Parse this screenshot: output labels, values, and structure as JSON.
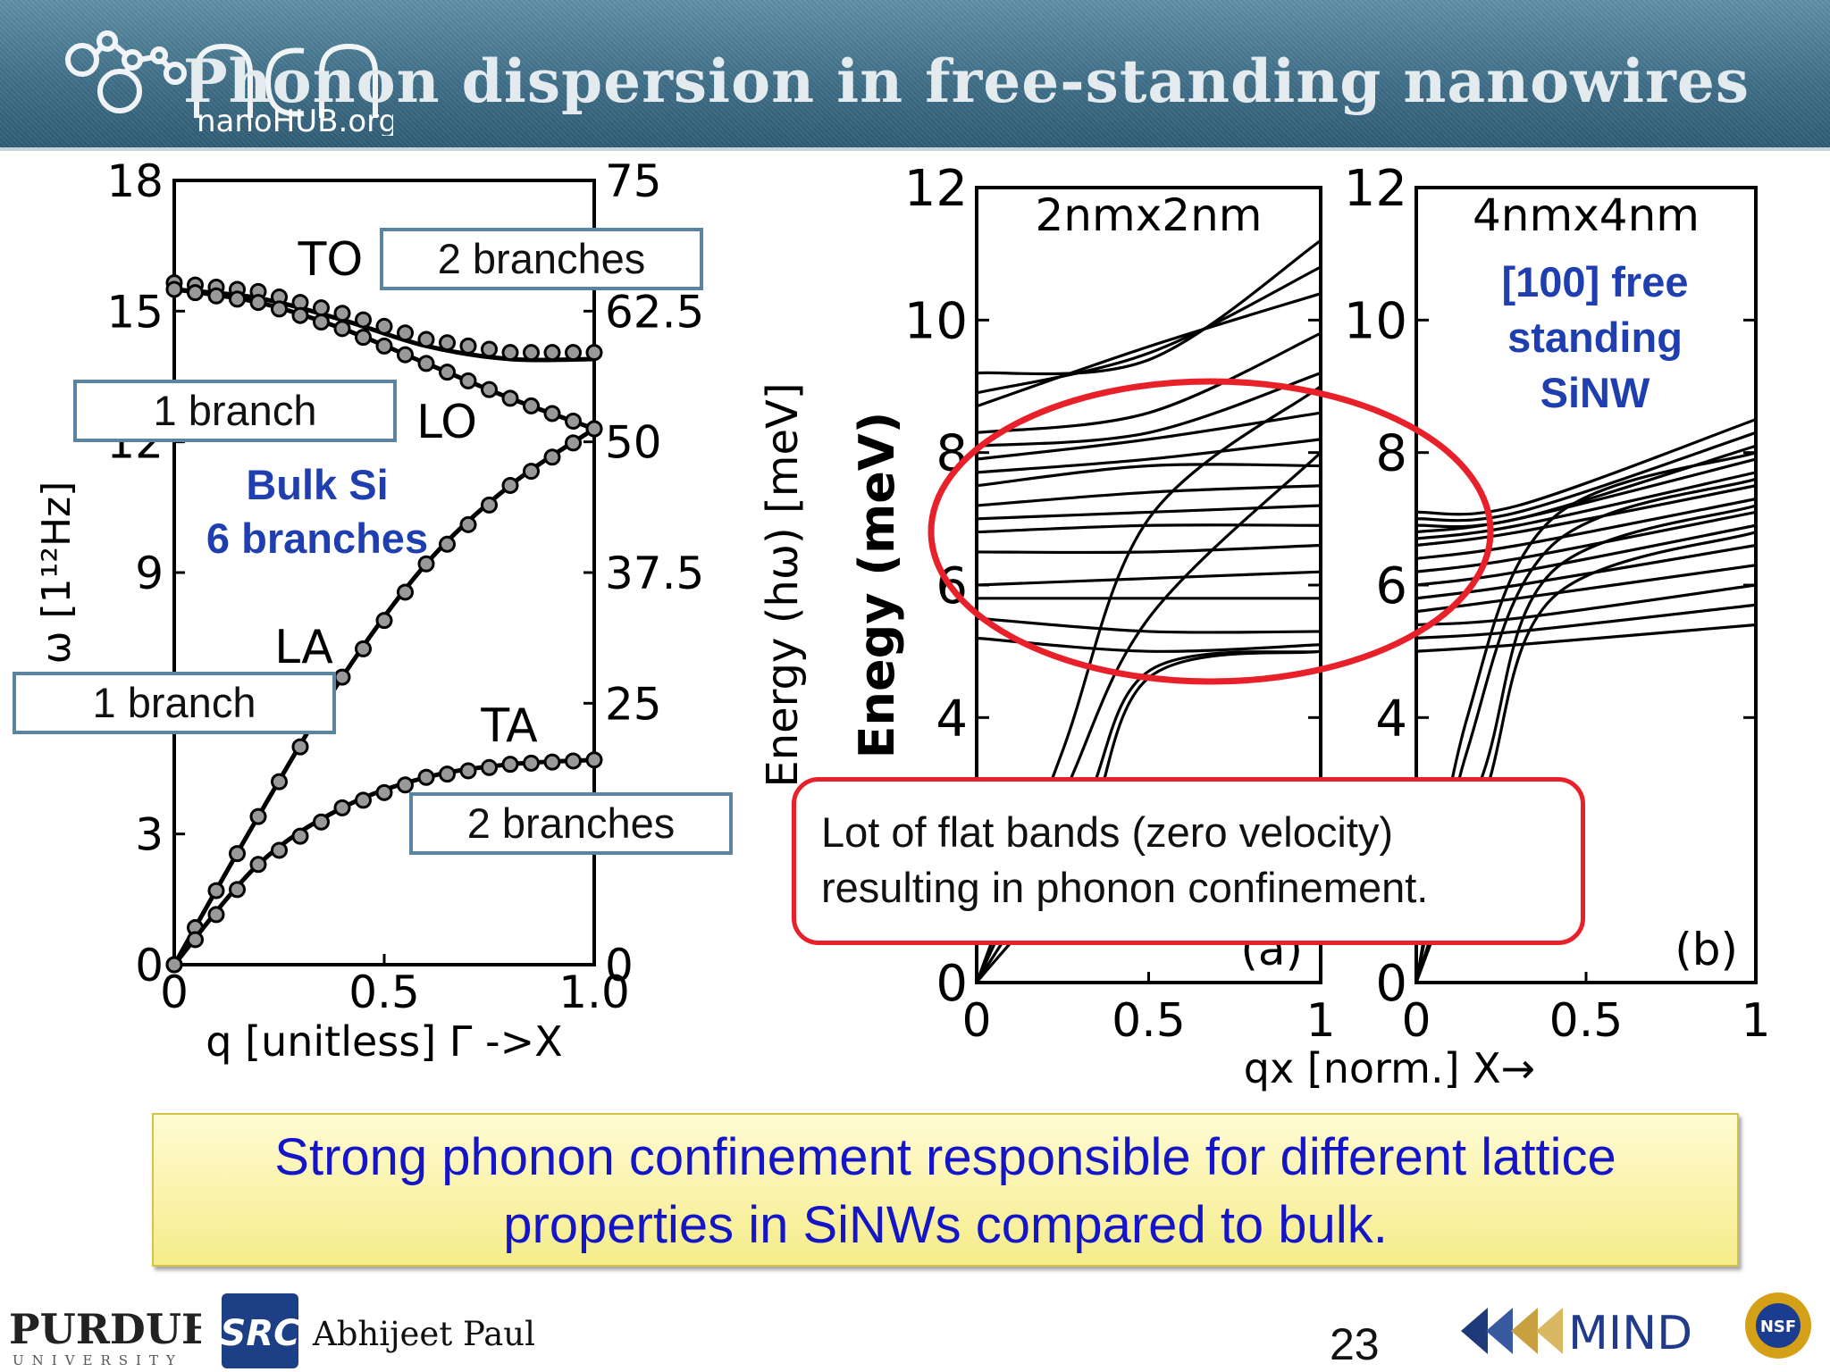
{
  "slide": {
    "title": "Phonon dispersion in free-standing nanowires",
    "logo_text": "nanoHUB.org",
    "author": "Abhijeet Paul",
    "page_number": "23",
    "footer_logos": {
      "purdue": "PURDUE",
      "purdue_sub": "UNIVERSITY",
      "src": "SRC",
      "mind": "MIND",
      "nsf": "NSF"
    }
  },
  "callouts": {
    "to_branches": "2 branches",
    "lo_branch": "1 branch",
    "la_branch": "1 branch",
    "ta_branches": "2 branches",
    "bulk_si_line1": "Bulk Si",
    "bulk_si_line2": "6 branches",
    "sinw_line1": "[100] free",
    "sinw_line2": "standing",
    "sinw_line3": "SiNW",
    "flat_bands_line1": "Lot of flat bands (zero velocity)",
    "flat_bands_line2": "resulting in phonon confinement."
  },
  "summary": {
    "line1": "Strong phonon confinement responsible for different lattice",
    "line2": "properties in SiNWs compared to bulk."
  },
  "colors": {
    "header": "#3f6f88",
    "callout_border": "#5b84a0",
    "highlight": "#e8202a",
    "blue_text": "#1f3fb0",
    "summary_text": "#1515c8",
    "summary_bg": "#f5ec8a"
  },
  "chart_data": [
    {
      "type": "line",
      "title": "",
      "xlabel": "q [unitless] Γ ->X",
      "ylabel": "ω [1¹²Hz]",
      "xlim": [
        0,
        1
      ],
      "ylim": [
        0,
        18
      ],
      "x_ticks": [
        "0",
        "0.5",
        "1.0"
      ],
      "y_ticks": [
        "0",
        "3",
        "9",
        "12",
        "15",
        "18"
      ],
      "y2_ticks": [
        "0",
        "25",
        "37.5",
        "50",
        "62.5",
        "75"
      ],
      "branch_labels": [
        "TO",
        "LO",
        "LA",
        "TA"
      ],
      "series": [
        {
          "name": "TO",
          "x": [
            0,
            0.2,
            0.4,
            0.6,
            0.8,
            1.0
          ],
          "values": [
            15.5,
            15.3,
            14.8,
            14.2,
            13.9,
            13.9
          ]
        },
        {
          "name": "LO",
          "x": [
            0,
            0.2,
            0.4,
            0.6,
            0.8,
            1.0
          ],
          "values": [
            15.5,
            15.2,
            14.6,
            13.8,
            13.0,
            12.3
          ]
        },
        {
          "name": "LA",
          "x": [
            0,
            0.2,
            0.4,
            0.6,
            0.8,
            1.0
          ],
          "values": [
            0,
            3.4,
            6.6,
            9.2,
            11.0,
            12.3
          ]
        },
        {
          "name": "TA",
          "x": [
            0,
            0.2,
            0.4,
            0.6,
            0.8,
            1.0
          ],
          "values": [
            0,
            2.3,
            3.6,
            4.3,
            4.6,
            4.7
          ]
        }
      ]
    },
    {
      "type": "line",
      "title": "2nmx2nm",
      "panel_label": "(a)",
      "ylabel": "Enegy (meV)",
      "outer_ylabel": "Energy (hω) [meV]",
      "xlim": [
        0,
        1
      ],
      "ylim": [
        0,
        12
      ],
      "x_ticks": [
        "0",
        "0.5",
        "1"
      ],
      "y_ticks": [
        "0",
        "4",
        "6",
        "8",
        "10",
        "12"
      ],
      "series": [
        {
          "x": [
            0,
            0.5,
            1
          ],
          "values": [
            9.2,
            9.4,
            11.2
          ]
        },
        {
          "x": [
            0,
            0.5,
            1
          ],
          "values": [
            8.9,
            9.5,
            10.8
          ]
        },
        {
          "x": [
            0,
            0.5,
            1
          ],
          "values": [
            8.7,
            9.6,
            10.4
          ]
        },
        {
          "x": [
            0,
            0.5,
            1
          ],
          "values": [
            8.3,
            8.6,
            9.8
          ]
        },
        {
          "x": [
            0,
            0.5,
            1
          ],
          "values": [
            8.1,
            8.3,
            9.2
          ]
        },
        {
          "x": [
            0,
            0.5,
            1
          ],
          "values": [
            7.9,
            8.2,
            8.6
          ]
        },
        {
          "x": [
            0,
            0.5,
            1
          ],
          "values": [
            7.7,
            7.9,
            8.2
          ]
        },
        {
          "x": [
            0,
            0.5,
            1
          ],
          "values": [
            7.5,
            7.8,
            7.8
          ]
        },
        {
          "x": [
            0,
            0.5,
            1
          ],
          "values": [
            7.2,
            7.4,
            7.5
          ]
        },
        {
          "x": [
            0,
            0.5,
            1
          ],
          "values": [
            7.0,
            7.1,
            7.2
          ]
        },
        {
          "x": [
            0,
            0.5,
            1
          ],
          "values": [
            6.8,
            6.9,
            6.9
          ]
        },
        {
          "x": [
            0,
            0.5,
            1
          ],
          "values": [
            6.5,
            6.5,
            6.6
          ]
        },
        {
          "x": [
            0,
            0.5,
            1
          ],
          "values": [
            6.0,
            6.1,
            6.2
          ]
        },
        {
          "x": [
            0,
            0.5,
            1
          ],
          "values": [
            5.8,
            5.8,
            5.8
          ]
        },
        {
          "x": [
            0,
            0.5,
            1
          ],
          "values": [
            5.5,
            5.3,
            5.3
          ]
        },
        {
          "x": [
            0,
            0.5,
            1
          ],
          "values": [
            5.2,
            5.0,
            5.1
          ]
        },
        {
          "x": [
            0,
            0.25,
            0.5,
            1
          ],
          "values": [
            0,
            3.5,
            7.0,
            9.0
          ]
        },
        {
          "x": [
            0,
            0.25,
            0.5,
            1
          ],
          "values": [
            0,
            2.8,
            5.5,
            8.0
          ]
        },
        {
          "x": [
            0,
            0.3,
            0.5,
            1
          ],
          "values": [
            0,
            2.5,
            4.7,
            5.0
          ]
        },
        {
          "x": [
            0,
            0.3,
            0.5,
            1
          ],
          "values": [
            0,
            2.0,
            4.6,
            5.0
          ]
        }
      ]
    },
    {
      "type": "line",
      "title": "4nmx4nm",
      "panel_label": "(b)",
      "xlabel": "qx [norm.] X→",
      "xlim": [
        0,
        1
      ],
      "ylim": [
        0,
        12
      ],
      "x_ticks": [
        "0",
        "0.5",
        "1"
      ],
      "y_ticks": [
        "0",
        "4",
        "6",
        "8",
        "10",
        "12"
      ],
      "series": [
        {
          "x": [
            0,
            0.3,
            1
          ],
          "values": [
            7.1,
            7.2,
            8.5
          ]
        },
        {
          "x": [
            0,
            0.3,
            1
          ],
          "values": [
            7.0,
            7.1,
            8.3
          ]
        },
        {
          "x": [
            0,
            0.3,
            1
          ],
          "values": [
            6.9,
            7.0,
            8.1
          ]
        },
        {
          "x": [
            0,
            0.3,
            1
          ],
          "values": [
            6.8,
            7.0,
            7.9
          ]
        },
        {
          "x": [
            0,
            0.3,
            1
          ],
          "values": [
            6.7,
            6.9,
            7.7
          ]
        },
        {
          "x": [
            0,
            0.3,
            1
          ],
          "values": [
            6.6,
            6.8,
            7.5
          ]
        },
        {
          "x": [
            0,
            0.3,
            1
          ],
          "values": [
            6.4,
            6.6,
            7.3
          ]
        },
        {
          "x": [
            0,
            0.3,
            1
          ],
          "values": [
            6.2,
            6.4,
            7.1
          ]
        },
        {
          "x": [
            0,
            0.3,
            1
          ],
          "values": [
            6.0,
            6.2,
            6.9
          ]
        },
        {
          "x": [
            0,
            0.3,
            1
          ],
          "values": [
            5.8,
            6.0,
            6.6
          ]
        },
        {
          "x": [
            0,
            0.3,
            1
          ],
          "values": [
            5.6,
            5.8,
            6.3
          ]
        },
        {
          "x": [
            0,
            0.3,
            1
          ],
          "values": [
            5.4,
            5.5,
            6.0
          ]
        },
        {
          "x": [
            0,
            0.3,
            1
          ],
          "values": [
            5.2,
            5.3,
            5.7
          ]
        },
        {
          "x": [
            0,
            0.3,
            1
          ],
          "values": [
            5.0,
            5.1,
            5.4
          ]
        },
        {
          "x": [
            0,
            0.15,
            0.4,
            1
          ],
          "values": [
            0,
            4.0,
            7.0,
            8.0
          ]
        },
        {
          "x": [
            0,
            0.15,
            0.4,
            1
          ],
          "values": [
            0,
            3.5,
            6.6,
            7.6
          ]
        },
        {
          "x": [
            0,
            0.2,
            0.4,
            1
          ],
          "values": [
            0,
            3.2,
            6.2,
            7.2
          ]
        },
        {
          "x": [
            0,
            0.2,
            0.4,
            1
          ],
          "values": [
            0,
            2.8,
            5.8,
            6.8
          ]
        }
      ]
    }
  ]
}
